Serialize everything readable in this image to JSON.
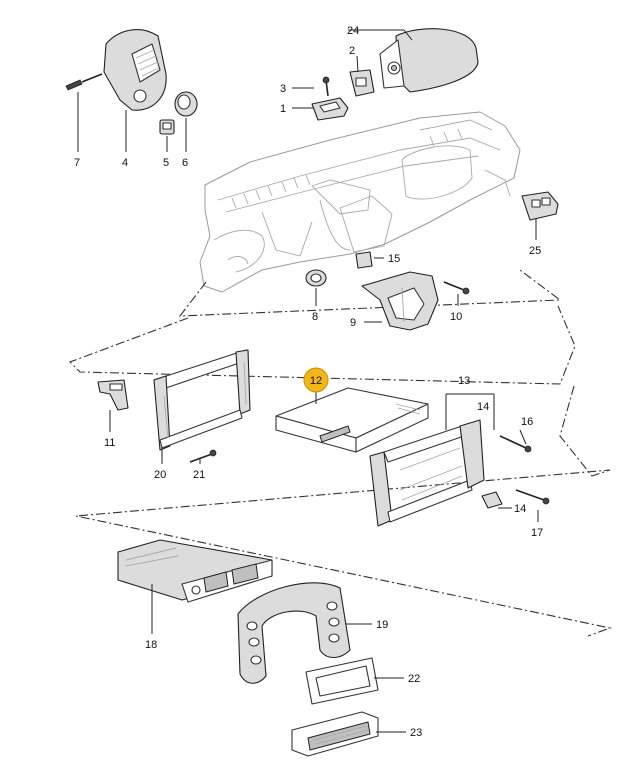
{
  "callouts": {
    "c1": "1",
    "c2": "2",
    "c3": "3",
    "c4": "4",
    "c5": "5",
    "c6": "6",
    "c7": "7",
    "c8": "8",
    "c9": "9",
    "c10": "10",
    "c11": "11",
    "c12": "12",
    "c13": "13",
    "c14a": "14",
    "c14b": "14",
    "c15": "15",
    "c16": "16",
    "c17": "17",
    "c18": "18",
    "c19": "19",
    "c20": "20",
    "c21": "21",
    "c22": "22",
    "c23": "23",
    "c24": "24",
    "c25": "25"
  },
  "highlight": {
    "color": "#f2b61c"
  }
}
